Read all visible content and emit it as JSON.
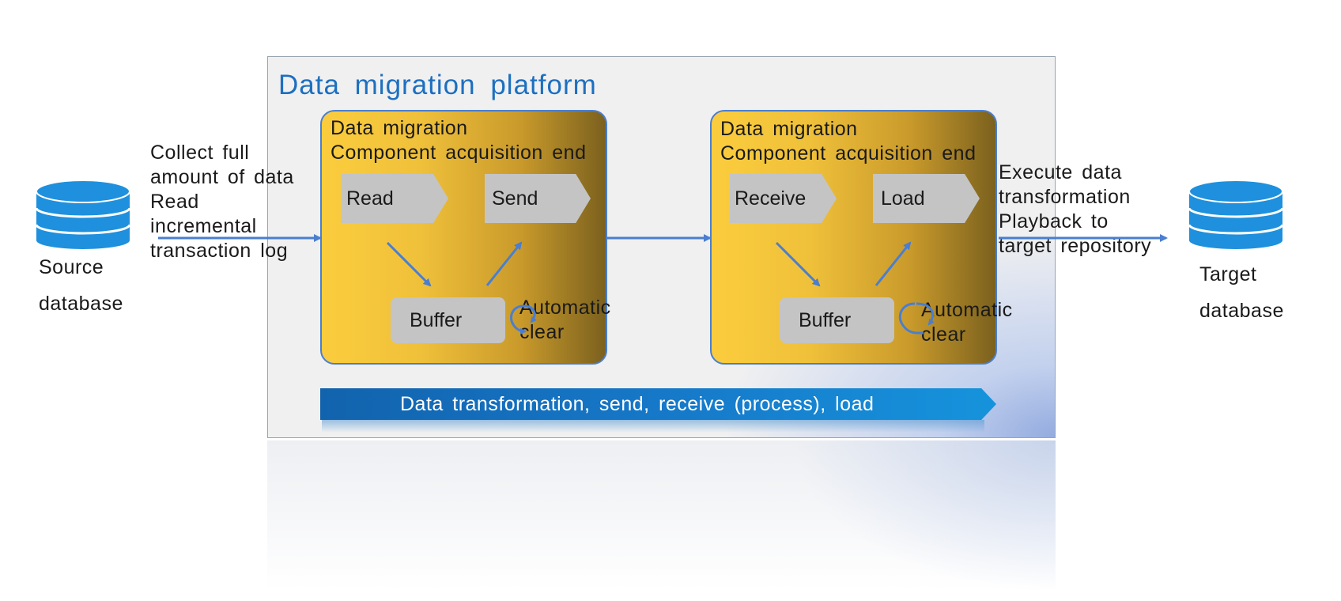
{
  "source_db": {
    "label_1": "Source",
    "label_2": "database"
  },
  "target_db": {
    "label_1": "Target",
    "label_2": "database"
  },
  "left_note": [
    "Collect full",
    "amount of data",
    "Read",
    "incremental",
    "transaction log"
  ],
  "right_note": [
    "Execute data",
    "transformation",
    "Playback to",
    "target repository"
  ],
  "platform": {
    "title": "Data migration platform"
  },
  "component_left": {
    "title_1": "Data migration",
    "title_2": "Component acquisition end",
    "step_a": "Read",
    "step_b": "Send",
    "buffer": "Buffer",
    "clear_1": "Automatic",
    "clear_2": "clear"
  },
  "component_right": {
    "title_1": "Data migration",
    "title_2": "Component acquisition end",
    "step_a": "Receive",
    "step_b": "Load",
    "buffer": "Buffer",
    "clear_1": "Automatic",
    "clear_2": "clear"
  },
  "banner": {
    "label": "Data transformation, send, receive (process), load"
  },
  "colors": {
    "accent": "#1d6fbf",
    "arrow": "#4a7ed0",
    "db": "#1e90dd",
    "component": "#fbcd3d"
  }
}
